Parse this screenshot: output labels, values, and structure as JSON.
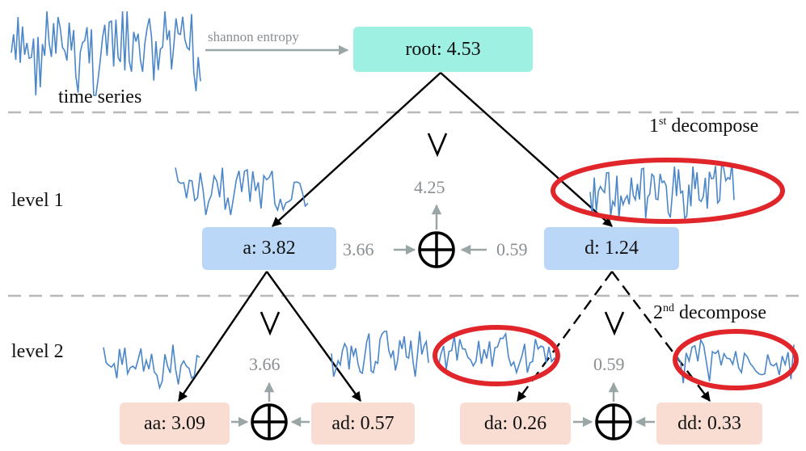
{
  "nodes": {
    "root": "root: 4.53",
    "a": "a: 3.82",
    "d": "d: 1.24",
    "aa": "aa: 3.09",
    "ad": "ad: 0.57",
    "da": "da: 0.26",
    "dd": "dd: 0.33"
  },
  "labels": {
    "time_series": "time series",
    "shannon_entropy": "shannon entropy",
    "level1": "level 1",
    "level2": "level 2",
    "decompose1_num": "1",
    "decompose1_sup": "st",
    "decompose1_text": " decompose",
    "decompose2_num": "2",
    "decompose2_sup": "nd",
    "decompose2_text": " decompose",
    "gt1": "V",
    "gt2a": "V",
    "gt2b": "V"
  },
  "values": {
    "sum1": "4.25",
    "a_part": "3.66",
    "d_part": "0.59",
    "sum2a": "3.66",
    "sum2b": "0.59"
  },
  "colors": {
    "root": "#9ef0e2",
    "level1": "#bad7f7",
    "level2": "#f9ddd2",
    "signal": "#4a86c8",
    "highlight": "#e0262b",
    "arrow_gray": "#9aa5a5",
    "divider": "#b8b8b8"
  },
  "icons": [
    "plus-circle-icon",
    "greater-than-icon"
  ]
}
